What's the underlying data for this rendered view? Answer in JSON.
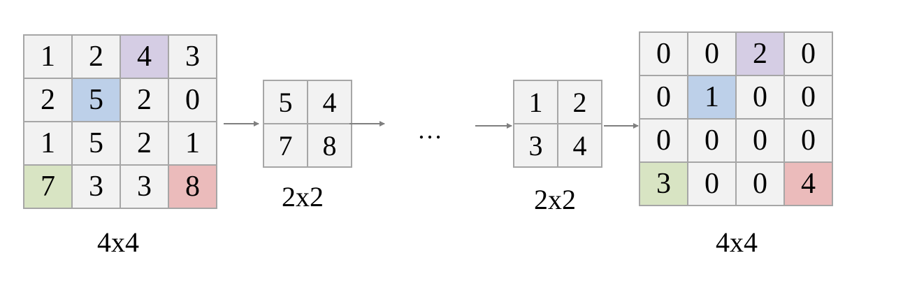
{
  "colors": {
    "purple": "#d5cde4",
    "blue": "#bdd0e9",
    "green": "#d8e4c3",
    "red": "#ebbbbb",
    "cell": "#f2f2f2",
    "border": "#a6a6a6",
    "arrow": "#7f7f7f"
  },
  "input_matrix": {
    "label": "4x4",
    "rows": [
      [
        "1",
        "2",
        "4",
        "3"
      ],
      [
        "2",
        "5",
        "2",
        "0"
      ],
      [
        "1",
        "5",
        "2",
        "1"
      ],
      [
        "7",
        "3",
        "3",
        "8"
      ]
    ]
  },
  "pooled_matrix": {
    "label": "2x2",
    "rows": [
      [
        "5",
        "4"
      ],
      [
        "7",
        "8"
      ]
    ]
  },
  "ellipsis": "…",
  "index_matrix": {
    "label": "2x2",
    "rows": [
      [
        "1",
        "2"
      ],
      [
        "3",
        "4"
      ]
    ]
  },
  "output_matrix": {
    "label": "4x4",
    "rows": [
      [
        "0",
        "0",
        "2",
        "0"
      ],
      [
        "0",
        "1",
        "0",
        "0"
      ],
      [
        "0",
        "0",
        "0",
        "0"
      ],
      [
        "3",
        "0",
        "0",
        "4"
      ]
    ]
  }
}
